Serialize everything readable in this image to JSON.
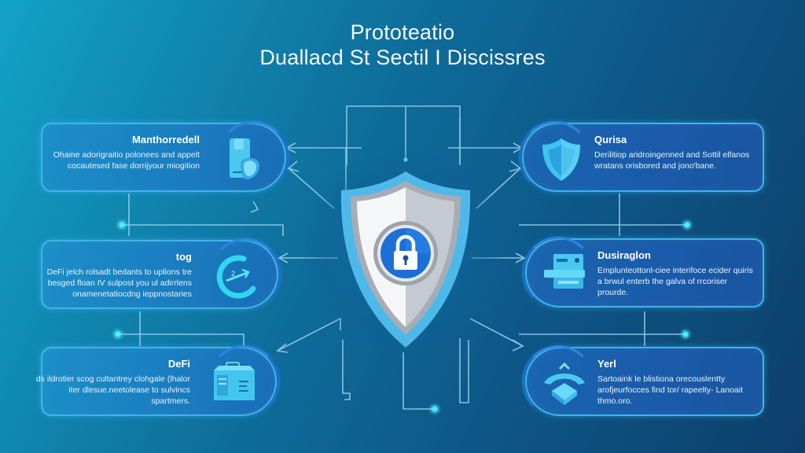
{
  "header": {
    "title_line_1": "Prototeatio",
    "title_line_2": "Duallacd St Sectil I Discissres"
  },
  "center": {
    "icon": "shield-lock-icon",
    "colors": {
      "shield_light": "#f4f6f8",
      "shield_shade": "#c5c9d1",
      "shield_rim": "#4fb8ea",
      "lock_bg": "#1c6fd6"
    }
  },
  "cards": {
    "left": [
      {
        "title": "Manthorredell",
        "body": "Ohaine adorigraitio polonees and appelt cocautesed fase dorrijyour miogition",
        "icon": "document-lock-icon"
      },
      {
        "title": "tog",
        "body": "DeFi jelch rolsadt bedants to uplions tre besged floan IV sulpost you ul adirrlens onamenetatiocdng ieppnostaries",
        "icon": "refresh-arrow-icon"
      },
      {
        "title": "DeFi",
        "body": "ds ildrotier scog cultantrey clohgale (lhalor iter dlesue.neetolease to sulvincs spartmers.",
        "icon": "server-box-icon"
      }
    ],
    "right": [
      {
        "title": "Qurisa",
        "body": "Derilitiop aridroingenned and Sottil elfanos wratans orisbored and jono'bane.",
        "icon": "shield-icon"
      },
      {
        "title": "Dusiraglon",
        "body": "Emplunteottonl-ciee interifoce ecider quiris a brwul enterb the galva of rrcoriser prourde.",
        "icon": "device-card-icon"
      },
      {
        "title": "Yerl",
        "body": "Sartoaink le blistiona orecouslentty arofjeurfocces find tor/ rapeelty- Lanoait thmo.oro.",
        "icon": "cube-network-icon"
      }
    ]
  },
  "theme": {
    "bg_start": "#12a3c8",
    "bg_end": "#0d3e6a",
    "card_border": "#3fb4ea",
    "wire": "#9fd2f2",
    "node_dot": "#4ff0ff"
  }
}
